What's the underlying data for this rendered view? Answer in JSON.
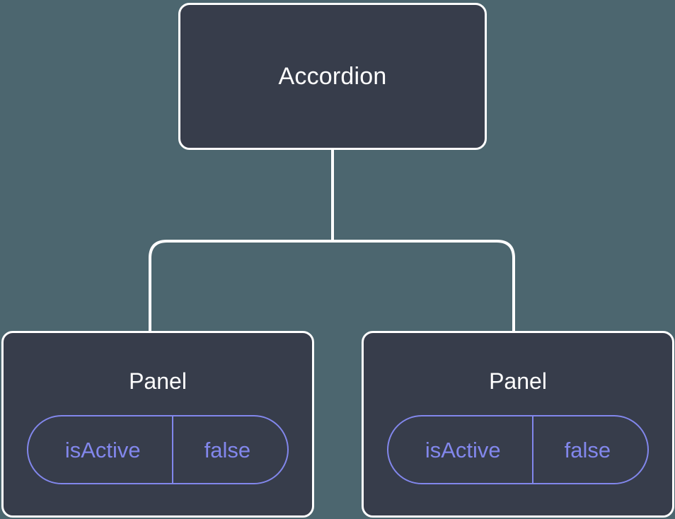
{
  "diagram": {
    "type": "component-tree",
    "background_color": "#4c666f",
    "node_fill_color": "#373d4b",
    "node_border_color": "#ffffff",
    "accent_color": "#8287ec",
    "root": {
      "label": "Accordion"
    },
    "children": [
      {
        "label": "Panel",
        "props": [
          {
            "key": "isActive",
            "value": "false"
          }
        ]
      },
      {
        "label": "Panel",
        "props": [
          {
            "key": "isActive",
            "value": "false"
          }
        ]
      }
    ]
  }
}
